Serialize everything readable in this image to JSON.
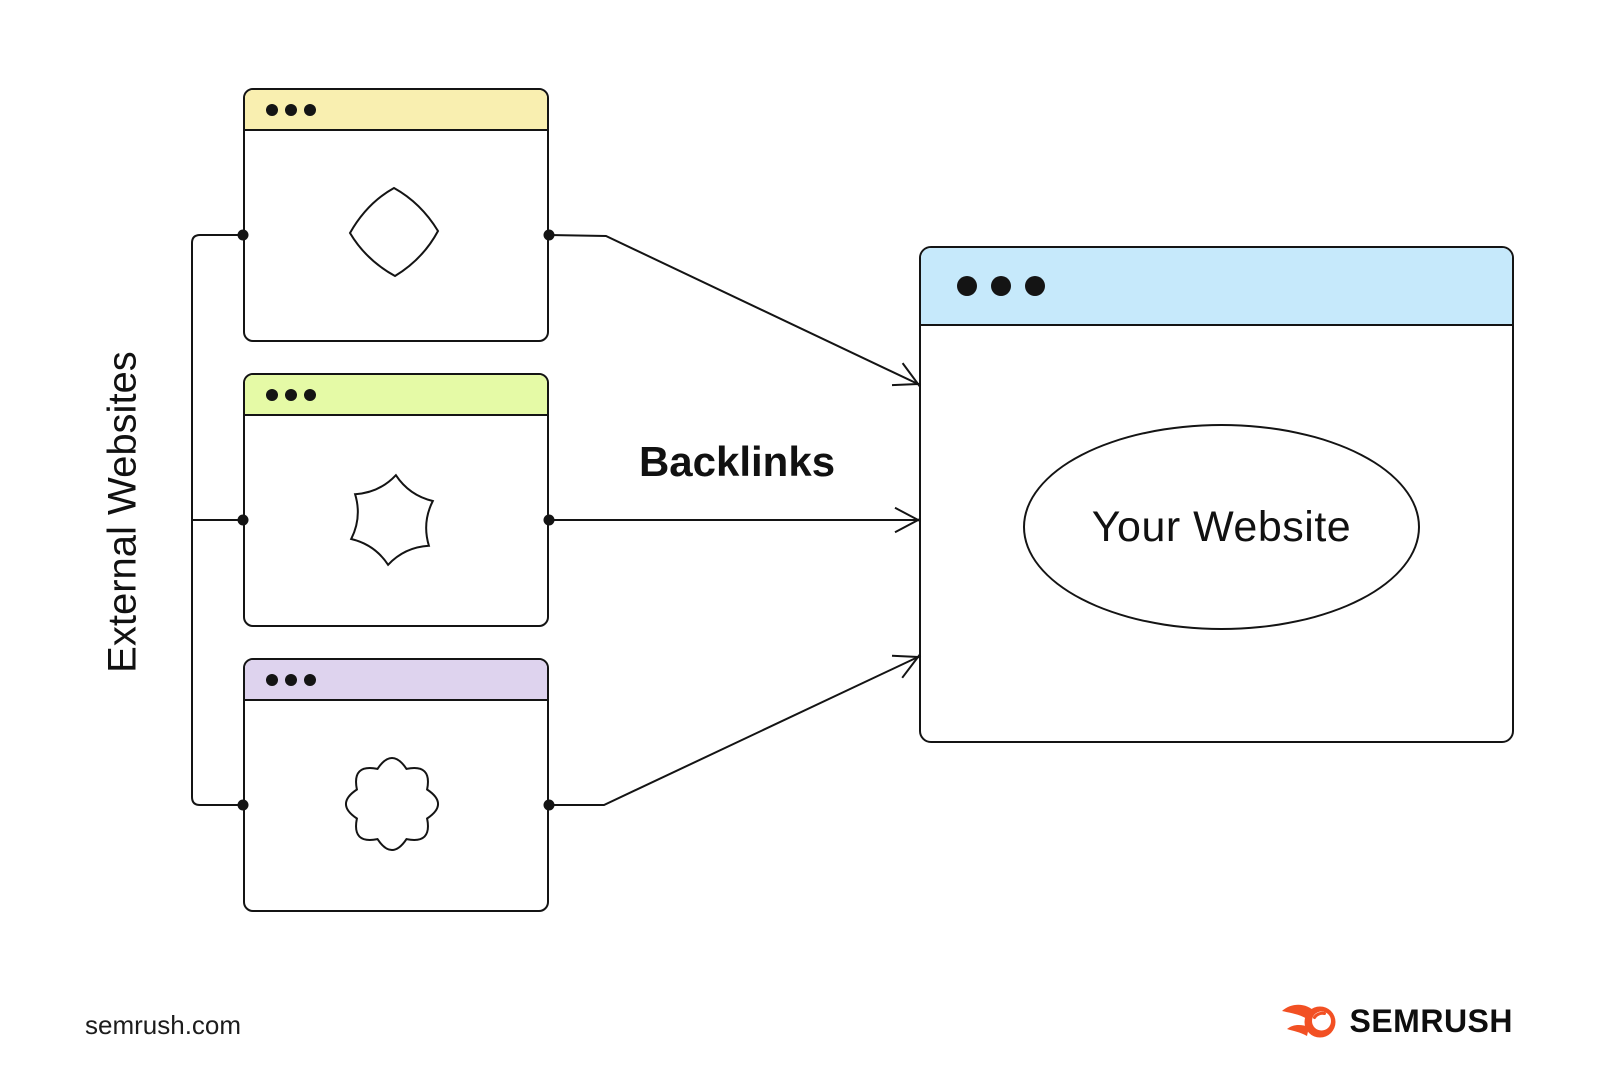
{
  "labels": {
    "external_websites": "External Websites",
    "backlinks": "Backlinks"
  },
  "your_website": {
    "label": "Your Website"
  },
  "footer": {
    "url": "semrush.com",
    "brand": "SEMRUSH"
  },
  "colors": {
    "window1_header": "#F9EFB0",
    "window2_header": "#E5FAA6",
    "window3_header": "#DED3EE",
    "main_header": "#C6E9FB",
    "line": "#141414",
    "brand_orange": "#F25023"
  },
  "windows": {
    "external": [
      {
        "name": "external-website-1",
        "header_color": "#F9EFB0",
        "shape": "diamond-blob"
      },
      {
        "name": "external-website-2",
        "header_color": "#E5FAA6",
        "shape": "star-blob"
      },
      {
        "name": "external-website-3",
        "header_color": "#DED3EE",
        "shape": "flower-blob"
      }
    ],
    "main": {
      "name": "your-website",
      "header_color": "#C6E9FB"
    }
  }
}
